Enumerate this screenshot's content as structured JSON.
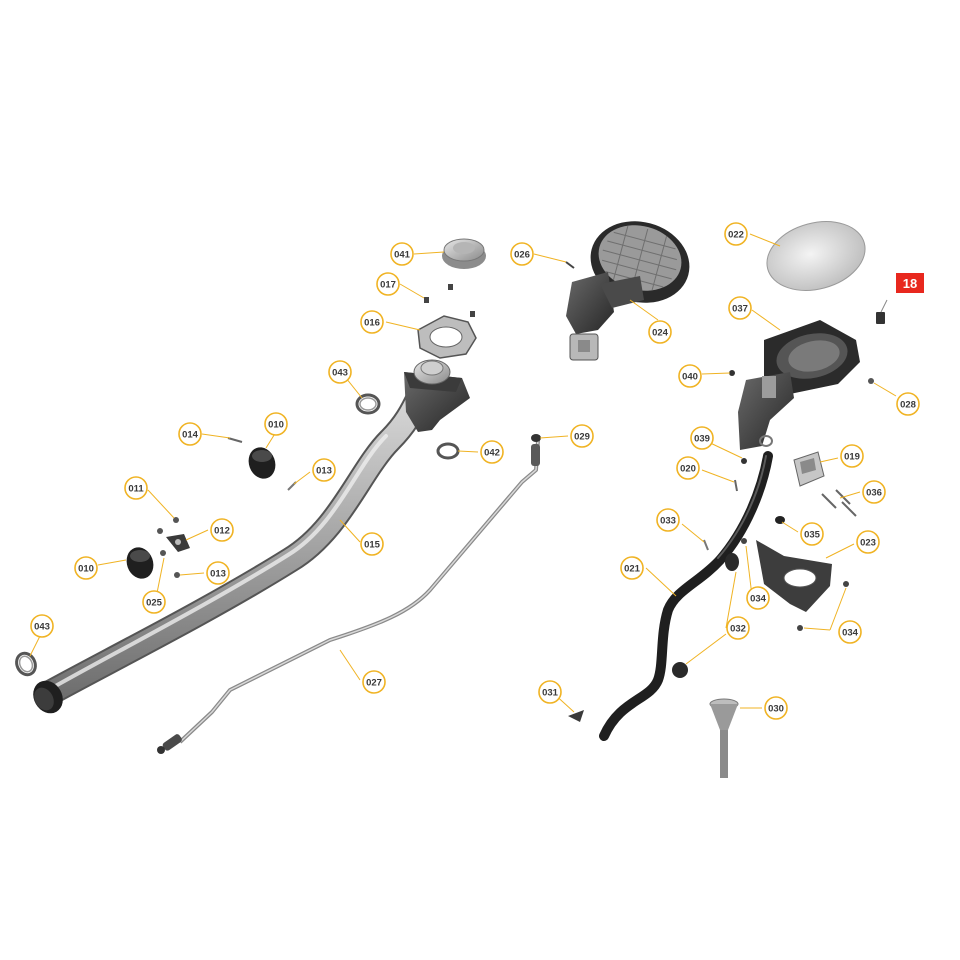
{
  "diagram": {
    "callouts": {
      "c041": "041",
      "c026": "026",
      "c022": "022",
      "c017": "017",
      "c016": "016",
      "c024": "024",
      "c037": "037",
      "c043a": "043",
      "c040": "040",
      "c028": "028",
      "c014": "014",
      "c010a": "010",
      "c029": "029",
      "c042": "042",
      "c039": "039",
      "c013a": "013",
      "c020": "020",
      "c019": "019",
      "c011": "011",
      "c036": "036",
      "c012": "012",
      "c015": "015",
      "c033": "033",
      "c035": "035",
      "c023": "023",
      "c010b": "010",
      "c013b": "013",
      "c021": "021",
      "c034a": "034",
      "c025": "025",
      "c043b": "043",
      "c032": "032",
      "c034b": "034",
      "c027": "027",
      "c031": "031",
      "c030": "030"
    },
    "highlight": "18",
    "colors": {
      "callout_ring": "#f0b323",
      "highlight_bg": "#e8281e",
      "leader": "#f0b323"
    }
  }
}
